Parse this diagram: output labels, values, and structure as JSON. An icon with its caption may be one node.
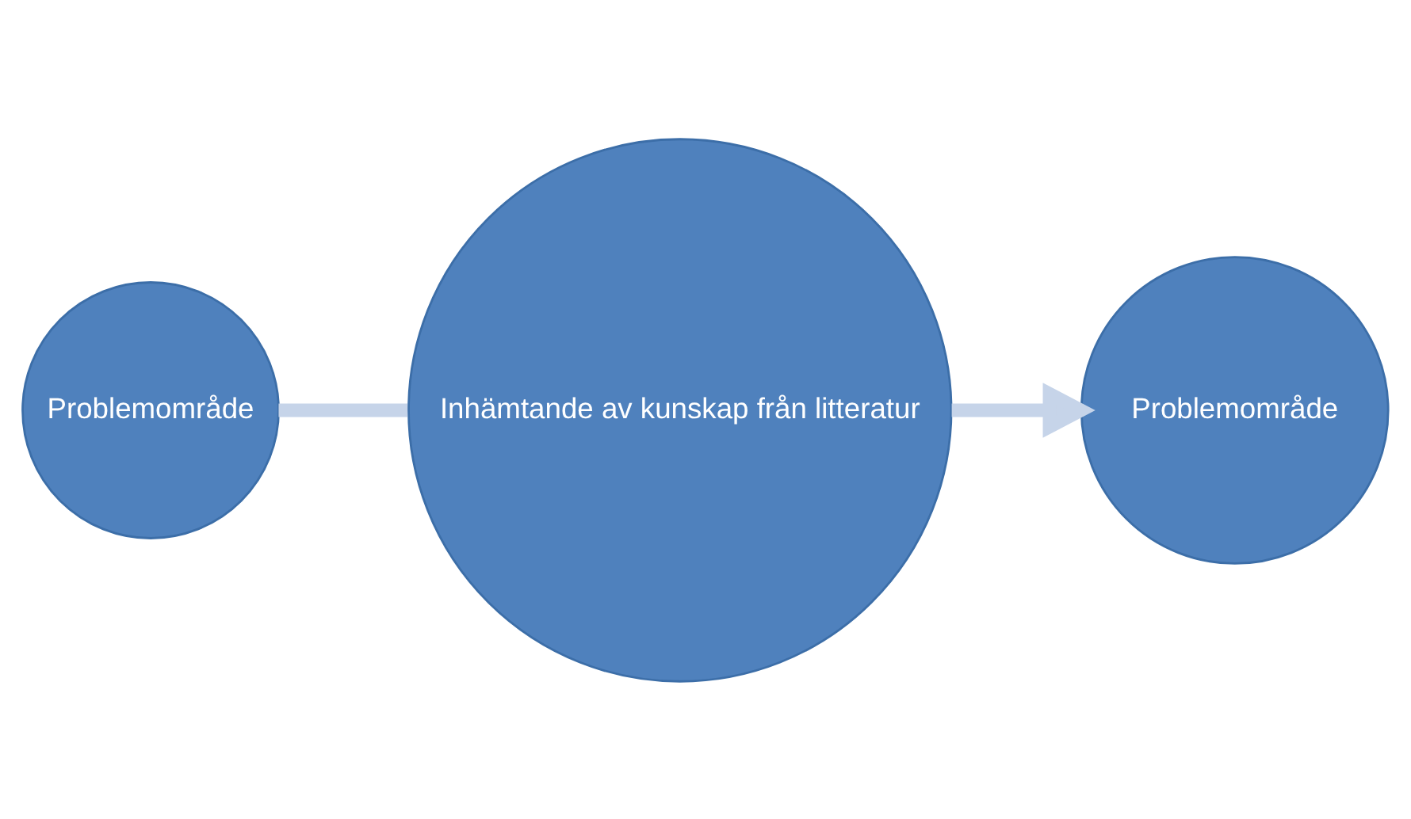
{
  "diagram": {
    "nodes": [
      {
        "text": [
          "Problemområde"
        ]
      },
      {
        "text": [
          "Inhämtande av kunskap från litteratur"
        ]
      },
      {
        "text": [
          "Problemområde"
        ]
      }
    ],
    "edges": [
      {
        "from": 0,
        "to": 1,
        "arrow": "none"
      },
      {
        "from": 1,
        "to": 2,
        "arrow": "to"
      }
    ]
  }
}
